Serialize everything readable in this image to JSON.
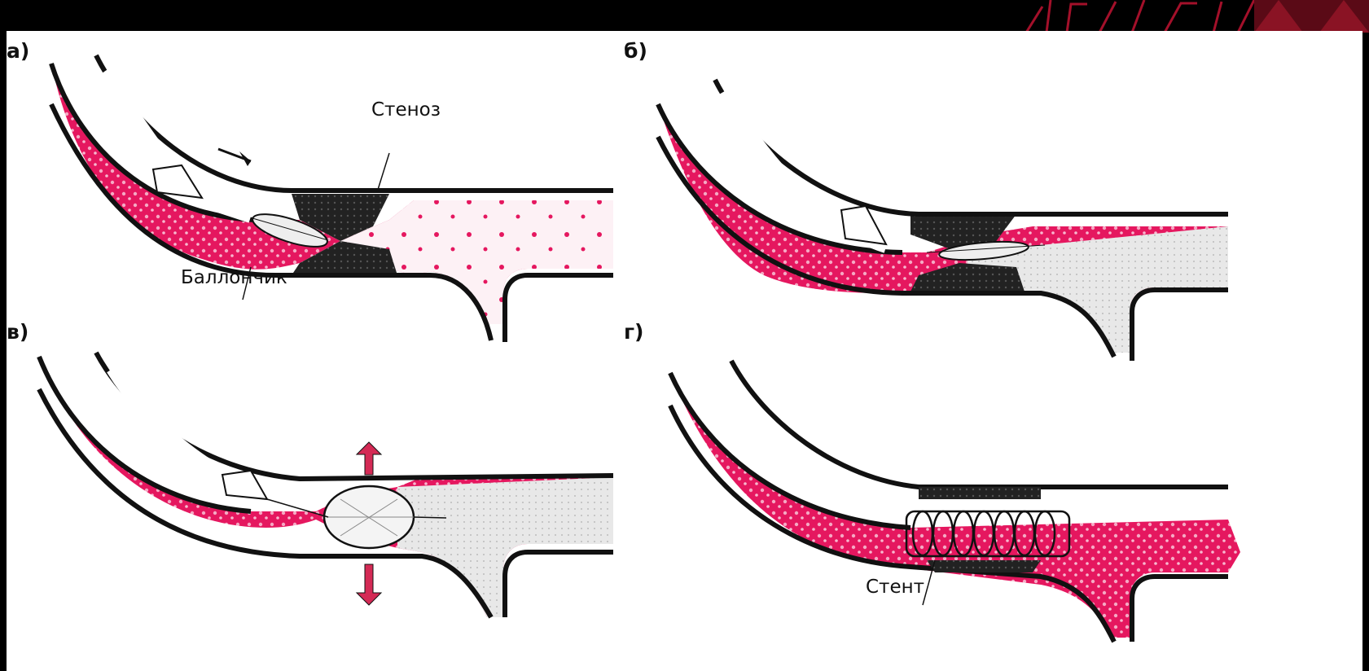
{
  "panels": [
    {
      "letter": "а)",
      "caption": "Стеноз",
      "caption2": "Баллончик"
    },
    {
      "letter": "б)"
    },
    {
      "letter": "в)"
    },
    {
      "letter": "г)",
      "caption": "Стент"
    }
  ],
  "colors": {
    "blood": "#e5175f",
    "plaque": "#1a1a1a",
    "wall": "#111111",
    "arrow_red": "#d42a55",
    "deco_red": "#a3102a",
    "background": "#ffffff",
    "frame": "#000000"
  },
  "icons": [
    "arrow-right-icon",
    "arrow-up-icon",
    "arrow-down-icon",
    "stent-coil-icon"
  ]
}
